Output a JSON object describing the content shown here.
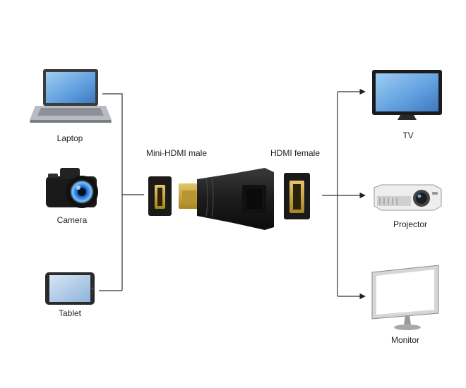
{
  "sources": [
    {
      "label": "Laptop",
      "icon": "laptop-icon"
    },
    {
      "label": "Camera",
      "icon": "camera-icon"
    },
    {
      "label": "Tablet",
      "icon": "tablet-icon"
    }
  ],
  "adapter": {
    "male_label": "Mini-HDMI male",
    "female_label": "HDMI female",
    "icon": "hdmi-adapter-icon"
  },
  "destinations": [
    {
      "label": "TV",
      "icon": "tv-icon"
    },
    {
      "label": "Projector",
      "icon": "projector-icon"
    },
    {
      "label": "Monitor",
      "icon": "monitor-icon"
    }
  ],
  "colors": {
    "line": "#333333",
    "connector_gold": "#c9a640",
    "adapter_body": "#1e1e1e",
    "screen_blue": "#6aa8e0"
  }
}
